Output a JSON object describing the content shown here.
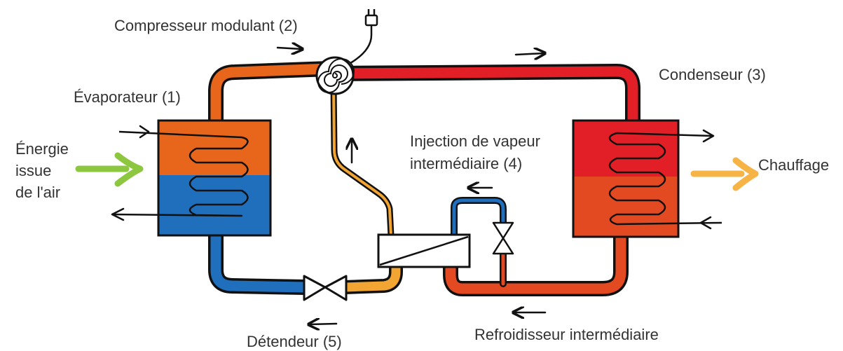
{
  "labels": {
    "compressor": "Compresseur modulant (2)",
    "evaporator": "Évaporateur (1)",
    "condenser": "Condenseur (3)",
    "energy_line1": "Énergie",
    "energy_line2": "issue",
    "energy_line3": "de l'air",
    "heating": "Chauffage",
    "injection_line1": "Injection de vapeur",
    "injection_line2": "intermédiaire (4)",
    "subcooler": "Refroidisseur intermédiaire",
    "expansion_valve": "Détendeur (5)"
  },
  "colors": {
    "orange": "#e8661c",
    "red": "#e21f26",
    "blue": "#1f6fbd",
    "light_orange": "#f3a533",
    "green": "#8dc63f",
    "heating_arrow": "#f6b346",
    "red_orange": "#e44a22"
  },
  "icons": [
    "compressor-spiral-icon",
    "power-plug-icon",
    "expansion-valve-icon",
    "injection-valve-icon"
  ]
}
